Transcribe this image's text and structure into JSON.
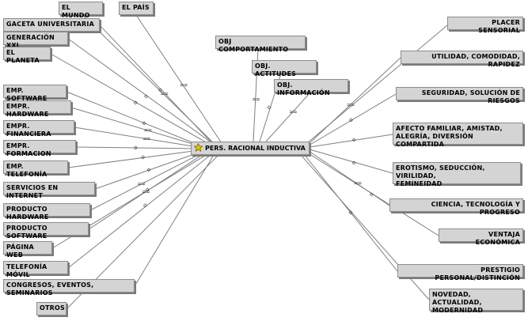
{
  "center": {
    "label": "PERS. RACIONAL INDUCTIVA"
  },
  "left_nodes": [
    {
      "label": "EL MUNDO"
    },
    {
      "label": "EL PAÍS"
    },
    {
      "label": "GACETA UNIVERSITARIA"
    },
    {
      "label": "GENERACIÓN XXI"
    },
    {
      "label": "EL PLANETA"
    },
    {
      "label": "EMP. SOFTWARE"
    },
    {
      "label": "EMPR. HARDWARE"
    },
    {
      "label": "EMPR. FINANCIERA"
    },
    {
      "label": "EMPR. FORMACION"
    },
    {
      "label": "EMP. TELEFONÍA"
    },
    {
      "label": "SERVICIOS EN INTERNET"
    },
    {
      "label": "PRODUCTO HARDWARE"
    },
    {
      "label": "PRODUCTO SOFTWARE"
    },
    {
      "label": "PÁGINA WEB"
    },
    {
      "label": "TELEFONÍA MÓVIL"
    },
    {
      "label": "CONGRESOS, EVENTOS, SEMINARIOS"
    },
    {
      "label": "OTROS"
    }
  ],
  "top_nodes": [
    {
      "label": "OBJ COMPORTAMIENTO"
    },
    {
      "label": "OBJ. ACTITUDES"
    },
    {
      "label": "OBJ. INFORMACIÓN"
    }
  ],
  "right_nodes": [
    {
      "label": "PLACER SENSORIAL"
    },
    {
      "label": "UTILIDAD, COMODIDAD, RAPIDEZ"
    },
    {
      "label": "SEGURIDAD, SOLUCIÓN DE RIESGOS"
    },
    {
      "label": "AFECTO FAMILIAR, AMISTAD,\nALEGRÍA, DIVERSIÓN COMPARTIDA"
    },
    {
      "label": "EROTISMO, SEDUCCIÓN, VIRILIDAD,\nFEMINEIDAD"
    },
    {
      "label": "CIENCIA, TECNOLOGÍA Y PROGRESO"
    },
    {
      "label": "VENTAJA ECONÓMICA"
    },
    {
      "label": "PRESTIGIO PERSONAL/DISTINCIÓN"
    },
    {
      "label": "NOVEDAD, ACTUALIDAD,\nMODERNIDAD"
    }
  ],
  "edge_marks": {
    "diamond": "◇",
    "equal": "=="
  },
  "colors": {
    "line": "#7f7f7f",
    "node_fill": "#d4d4d4",
    "star": "#e8c400"
  }
}
